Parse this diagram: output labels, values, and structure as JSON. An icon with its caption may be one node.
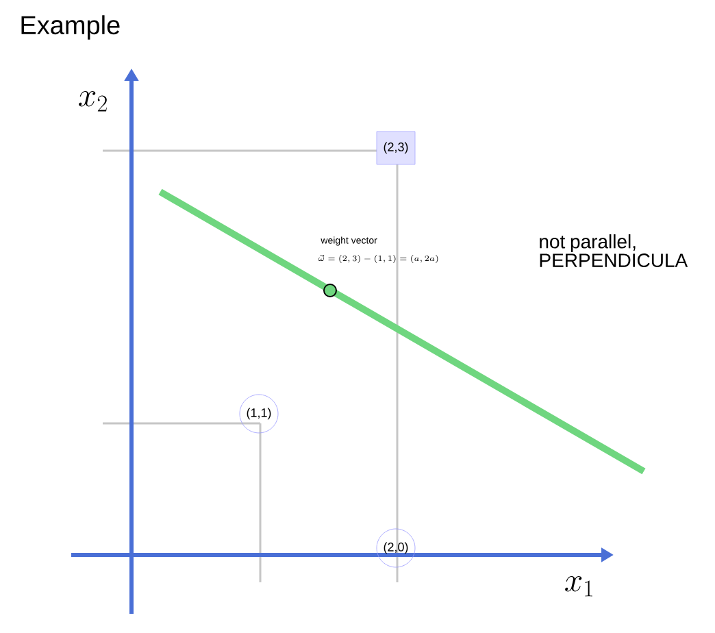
{
  "diagram": {
    "title": "Example",
    "nodes": [
      {
        "text": [
          "(2,3)"
        ]
      },
      {
        "text": [
          "(1,1)"
        ]
      },
      {
        "text": [
          "(2,0)"
        ]
      }
    ],
    "labels": [
      "x_2",
      "x_1",
      "weight vector",
      "\\vec{\\omega} = (2,3) - (1,1) = (a, 2a)",
      "not parallel, PERPENDICULA"
    ]
  }
}
